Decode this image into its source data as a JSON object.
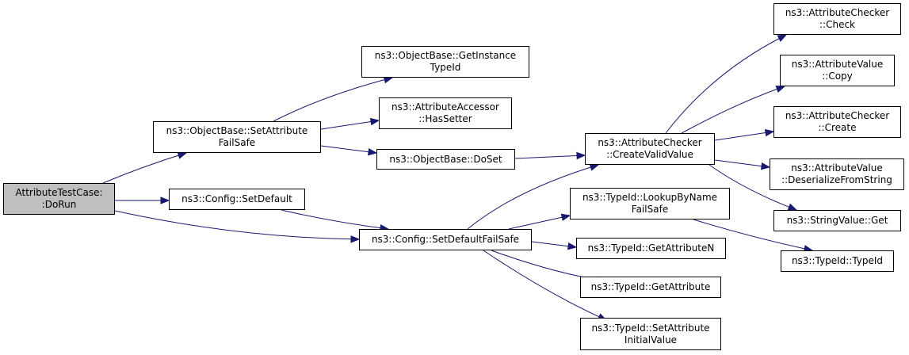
{
  "edge_color": "#191970",
  "root_fill": "#bfbfbf",
  "nodes": {
    "dorun": {
      "line1": "AttributeTestCase:",
      "line2": ":DoRun"
    },
    "setattributefailsafe": {
      "line1": "ns3::ObjectBase::SetAttribute",
      "line2": "FailSafe"
    },
    "configsetdefault": {
      "line1": "ns3::Config::SetDefault",
      "line2": ""
    },
    "setdefaultfailsafe": {
      "line1": "ns3::Config::SetDefaultFailSafe",
      "line2": ""
    },
    "getinstancetypeid": {
      "line1": "ns3::ObjectBase::GetInstance",
      "line2": "TypeId"
    },
    "hassetter": {
      "line1": "ns3::AttributeAccessor",
      "line2": "::HasSetter"
    },
    "doset": {
      "line1": "ns3::ObjectBase::DoSet",
      "line2": ""
    },
    "createvalidvalue": {
      "line1": "ns3::AttributeChecker",
      "line2": "::CreateValidValue"
    },
    "lookupbynamefailsafe": {
      "line1": "ns3::TypeId::LookupByName",
      "line2": "FailSafe"
    },
    "getattributen": {
      "line1": "ns3::TypeId::GetAttributeN",
      "line2": ""
    },
    "getattribute": {
      "line1": "ns3::TypeId::GetAttribute",
      "line2": ""
    },
    "setattributeinitialvalue": {
      "line1": "ns3::TypeId::SetAttribute",
      "line2": "InitialValue"
    },
    "checkercheck": {
      "line1": "ns3::AttributeChecker",
      "line2": "::Check"
    },
    "valuecopy": {
      "line1": "ns3::AttributeValue",
      "line2": "::Copy"
    },
    "checkercreate": {
      "line1": "ns3::AttributeChecker",
      "line2": "::Create"
    },
    "deserializefromstring": {
      "line1": "ns3::AttributeValue",
      "line2": "::DeserializeFromString"
    },
    "stringvalueget": {
      "line1": "ns3::StringValue::Get",
      "line2": ""
    },
    "typeidtypeid": {
      "line1": "ns3::TypeId::TypeId",
      "line2": ""
    }
  }
}
